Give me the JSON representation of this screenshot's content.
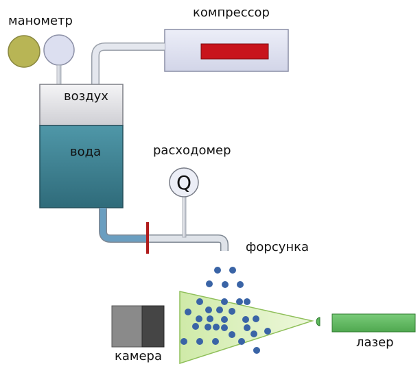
{
  "labels": {
    "manometer": "манометр",
    "compressor": "компрессор",
    "air": "воздух",
    "water": "вода",
    "flowmeter": "расходомер",
    "flowmeter_symbol": "Q",
    "nozzle": "форсунка",
    "camera": "камера",
    "laser": "лазер"
  },
  "colors": {
    "manometer_left": "#b8b555",
    "manometer_right": "#dcdff0",
    "compressor_body": "#e2e4f3",
    "compressor_indicator": "#c8141c",
    "tank_air": "#e4e4e6",
    "tank_water": "#3e8090",
    "pipe": "#d8dce2",
    "pipe_water": "#6a9ec0",
    "valve": "#b01c1c",
    "spray_cone": "#d9f0b8",
    "droplet": "#3a64a6",
    "camera_left": "#8a8a8a",
    "camera_right": "#454545",
    "laser": "#5cb85c"
  }
}
